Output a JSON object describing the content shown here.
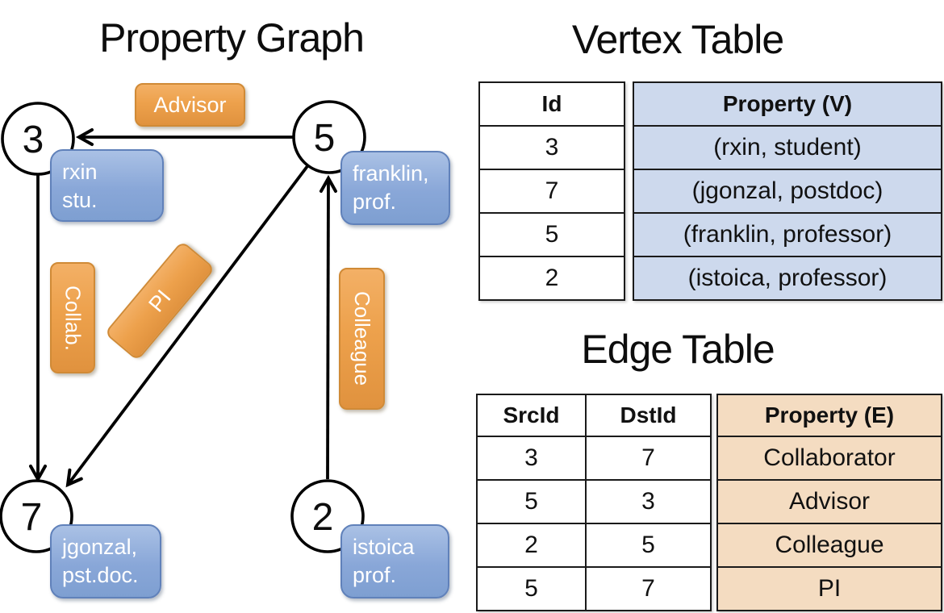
{
  "titles": {
    "graph": "Property Graph",
    "vertex": "Vertex Table",
    "edge": "Edge Table"
  },
  "graph": {
    "nodes": [
      {
        "id": "3",
        "prop_line1": "rxin",
        "prop_line2": "stu."
      },
      {
        "id": "5",
        "prop_line1": "franklin,",
        "prop_line2": "prof."
      },
      {
        "id": "7",
        "prop_line1": "jgonzal,",
        "prop_line2": "pst.doc."
      },
      {
        "id": "2",
        "prop_line1": "istoica",
        "prop_line2": "prof."
      }
    ],
    "edge_labels": {
      "advisor": "Advisor",
      "collaborator": "Collab.",
      "pi": "PI",
      "colleague": "Colleague"
    }
  },
  "vertex_table": {
    "headers": {
      "id": "Id",
      "property": "Property (V)"
    },
    "rows": [
      {
        "id": "3",
        "property": "(rxin, student)"
      },
      {
        "id": "7",
        "property": "(jgonzal, postdoc)"
      },
      {
        "id": "5",
        "property": "(franklin, professor)"
      },
      {
        "id": "2",
        "property": "(istoica, professor)"
      }
    ]
  },
  "edge_table": {
    "headers": {
      "src": "SrcId",
      "dst": "DstId",
      "property": "Property (E)"
    },
    "rows": [
      {
        "src": "3",
        "dst": "7",
        "property": "Collaborator"
      },
      {
        "src": "5",
        "dst": "3",
        "property": "Advisor"
      },
      {
        "src": "2",
        "dst": "5",
        "property": "Colleague"
      },
      {
        "src": "5",
        "dst": "7",
        "property": "PI"
      }
    ]
  },
  "colors": {
    "edge_label_orange": "#eda14c",
    "vertex_property_blue": "#89a7d8",
    "vertex_cell_bg": "#cdd9ed",
    "edge_cell_bg": "#f4dcc1",
    "line_black": "#000000"
  }
}
